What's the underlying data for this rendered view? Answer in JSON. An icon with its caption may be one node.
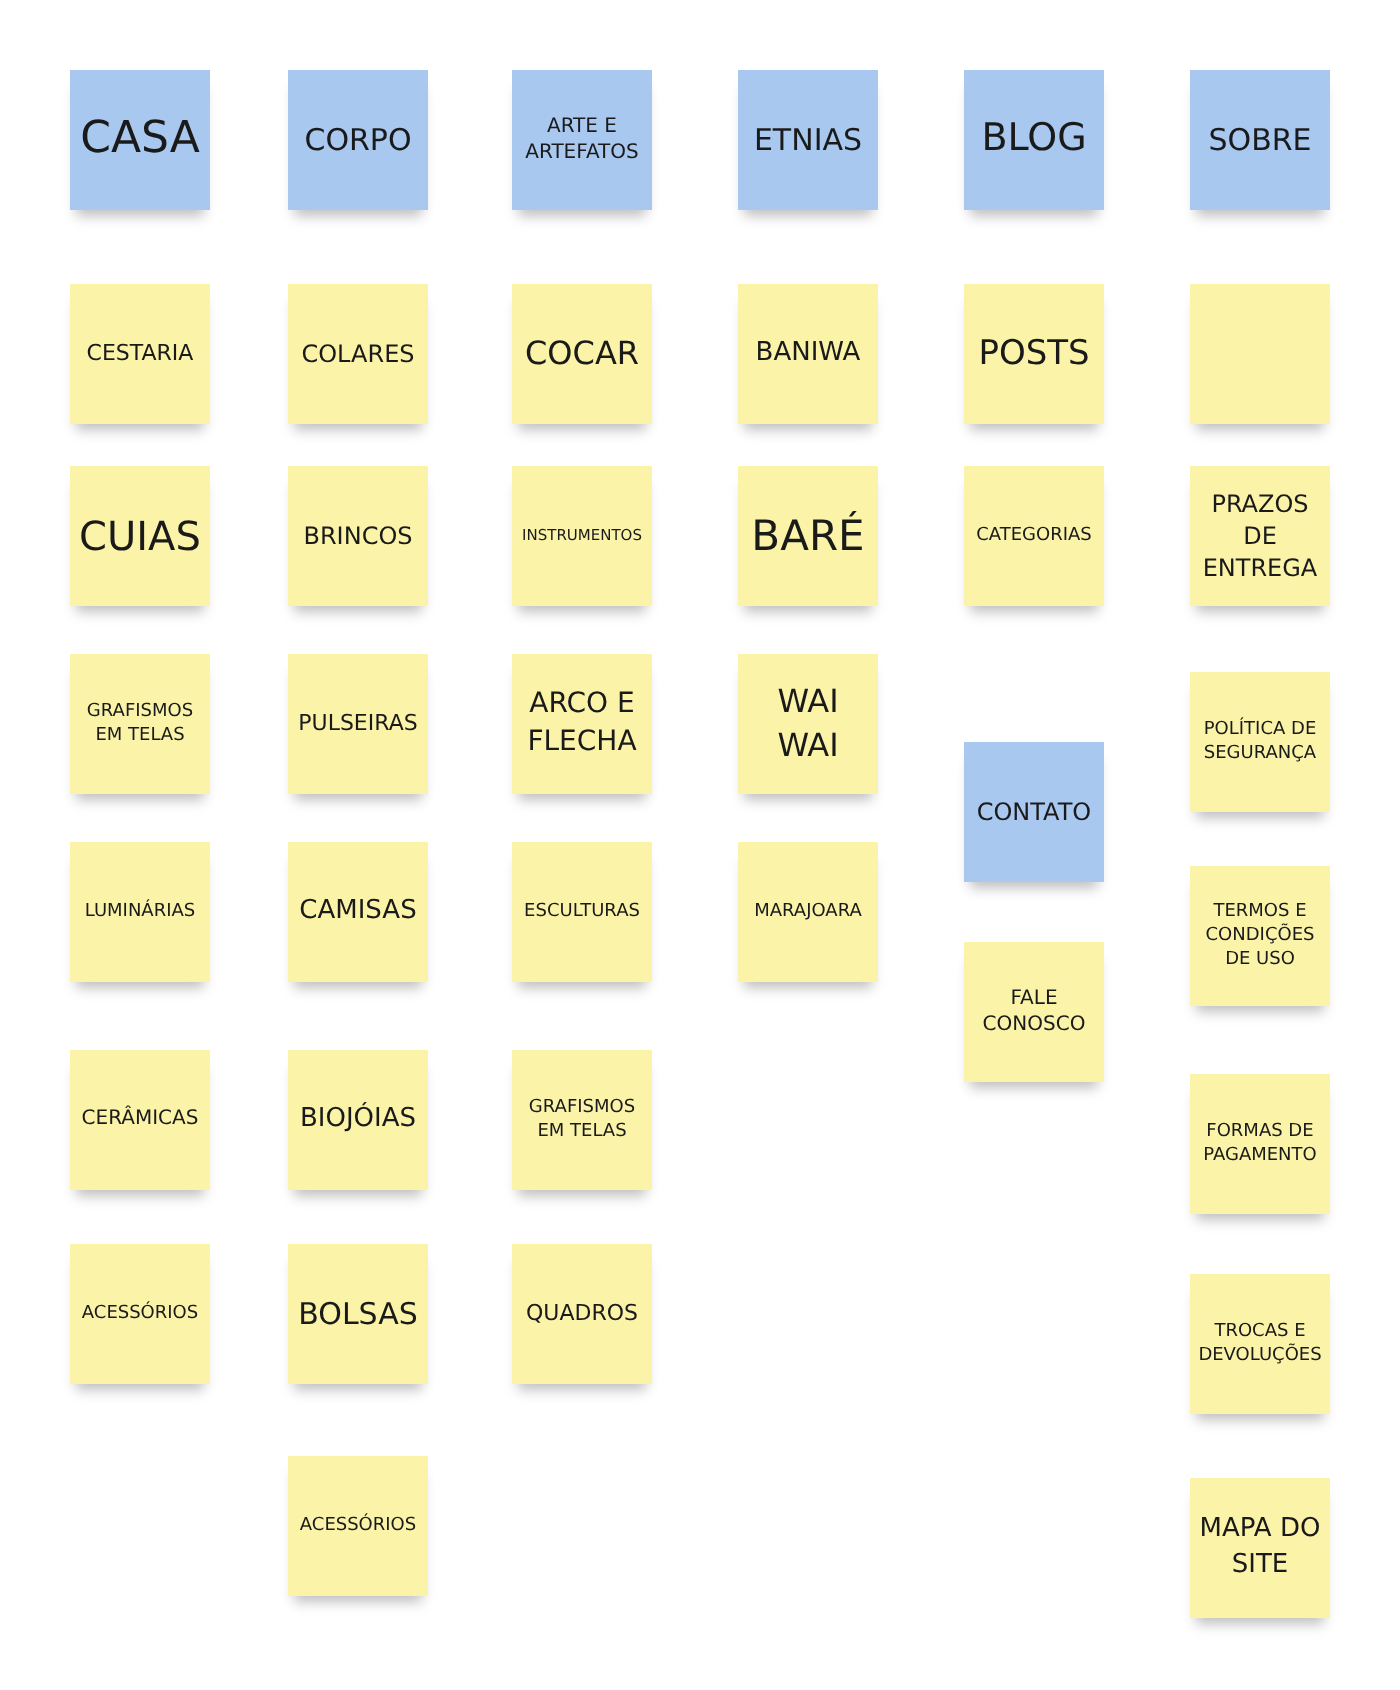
{
  "diagram": {
    "nodes": [
      {
        "text": [
          "CASA"
        ]
      },
      {
        "text": [
          "CESTARIA"
        ]
      },
      {
        "text": [
          "CUIAS"
        ]
      },
      {
        "text": [
          "GRAFISMOS EM TELAS"
        ]
      },
      {
        "text": [
          "LUMINÁRIAS"
        ]
      },
      {
        "text": [
          "CERÂMICAS"
        ]
      },
      {
        "text": [
          "ACESSÓRIOS"
        ]
      },
      {
        "text": [
          "CORPO"
        ]
      },
      {
        "text": [
          "COLARES"
        ]
      },
      {
        "text": [
          "BRINCOS"
        ]
      },
      {
        "text": [
          "PULSEIRAS"
        ]
      },
      {
        "text": [
          "CAMISAS"
        ]
      },
      {
        "text": [
          "BIOJÓIAS"
        ]
      },
      {
        "text": [
          "BOLSAS"
        ]
      },
      {
        "text": [
          "ACESSÓRIOS"
        ]
      },
      {
        "text": [
          "ARTE E ARTEFATOS"
        ]
      },
      {
        "text": [
          "COCAR"
        ]
      },
      {
        "text": [
          "INSTRUMENTOS"
        ]
      },
      {
        "text": [
          "ARCO E FLECHA"
        ]
      },
      {
        "text": [
          "ESCULTURAS"
        ]
      },
      {
        "text": [
          "GRAFISMOS EM TELAS"
        ]
      },
      {
        "text": [
          "QUADROS"
        ]
      },
      {
        "text": [
          "ETNIAS"
        ]
      },
      {
        "text": [
          "BANIWA"
        ]
      },
      {
        "text": [
          "BARÉ"
        ]
      },
      {
        "text": [
          "WAI WAI"
        ]
      },
      {
        "text": [
          "MARAJOARA"
        ]
      },
      {
        "text": [
          "BLOG"
        ]
      },
      {
        "text": [
          "POSTS"
        ]
      },
      {
        "text": [
          "CATEGORIAS"
        ]
      },
      {
        "text": [
          "CONTATO"
        ]
      },
      {
        "text": [
          "FALE CONOSCO"
        ]
      },
      {
        "text": [
          "SOBRE"
        ]
      },
      {
        "text": [],
        "shape": "box"
      },
      {
        "text": [
          "PRAZOS DE ENTREGA"
        ]
      },
      {
        "text": [
          "POLÍTICA DE SEGURANÇA"
        ]
      },
      {
        "text": [
          "TERMOS E CONDIÇÕES DE USO"
        ]
      },
      {
        "text": [
          "FORMAS DE PAGAMENTO"
        ]
      },
      {
        "text": [
          "TROCAS E DEVOLUÇÕES"
        ]
      },
      {
        "text": [
          "MAPA DO SITE"
        ]
      }
    ]
  }
}
